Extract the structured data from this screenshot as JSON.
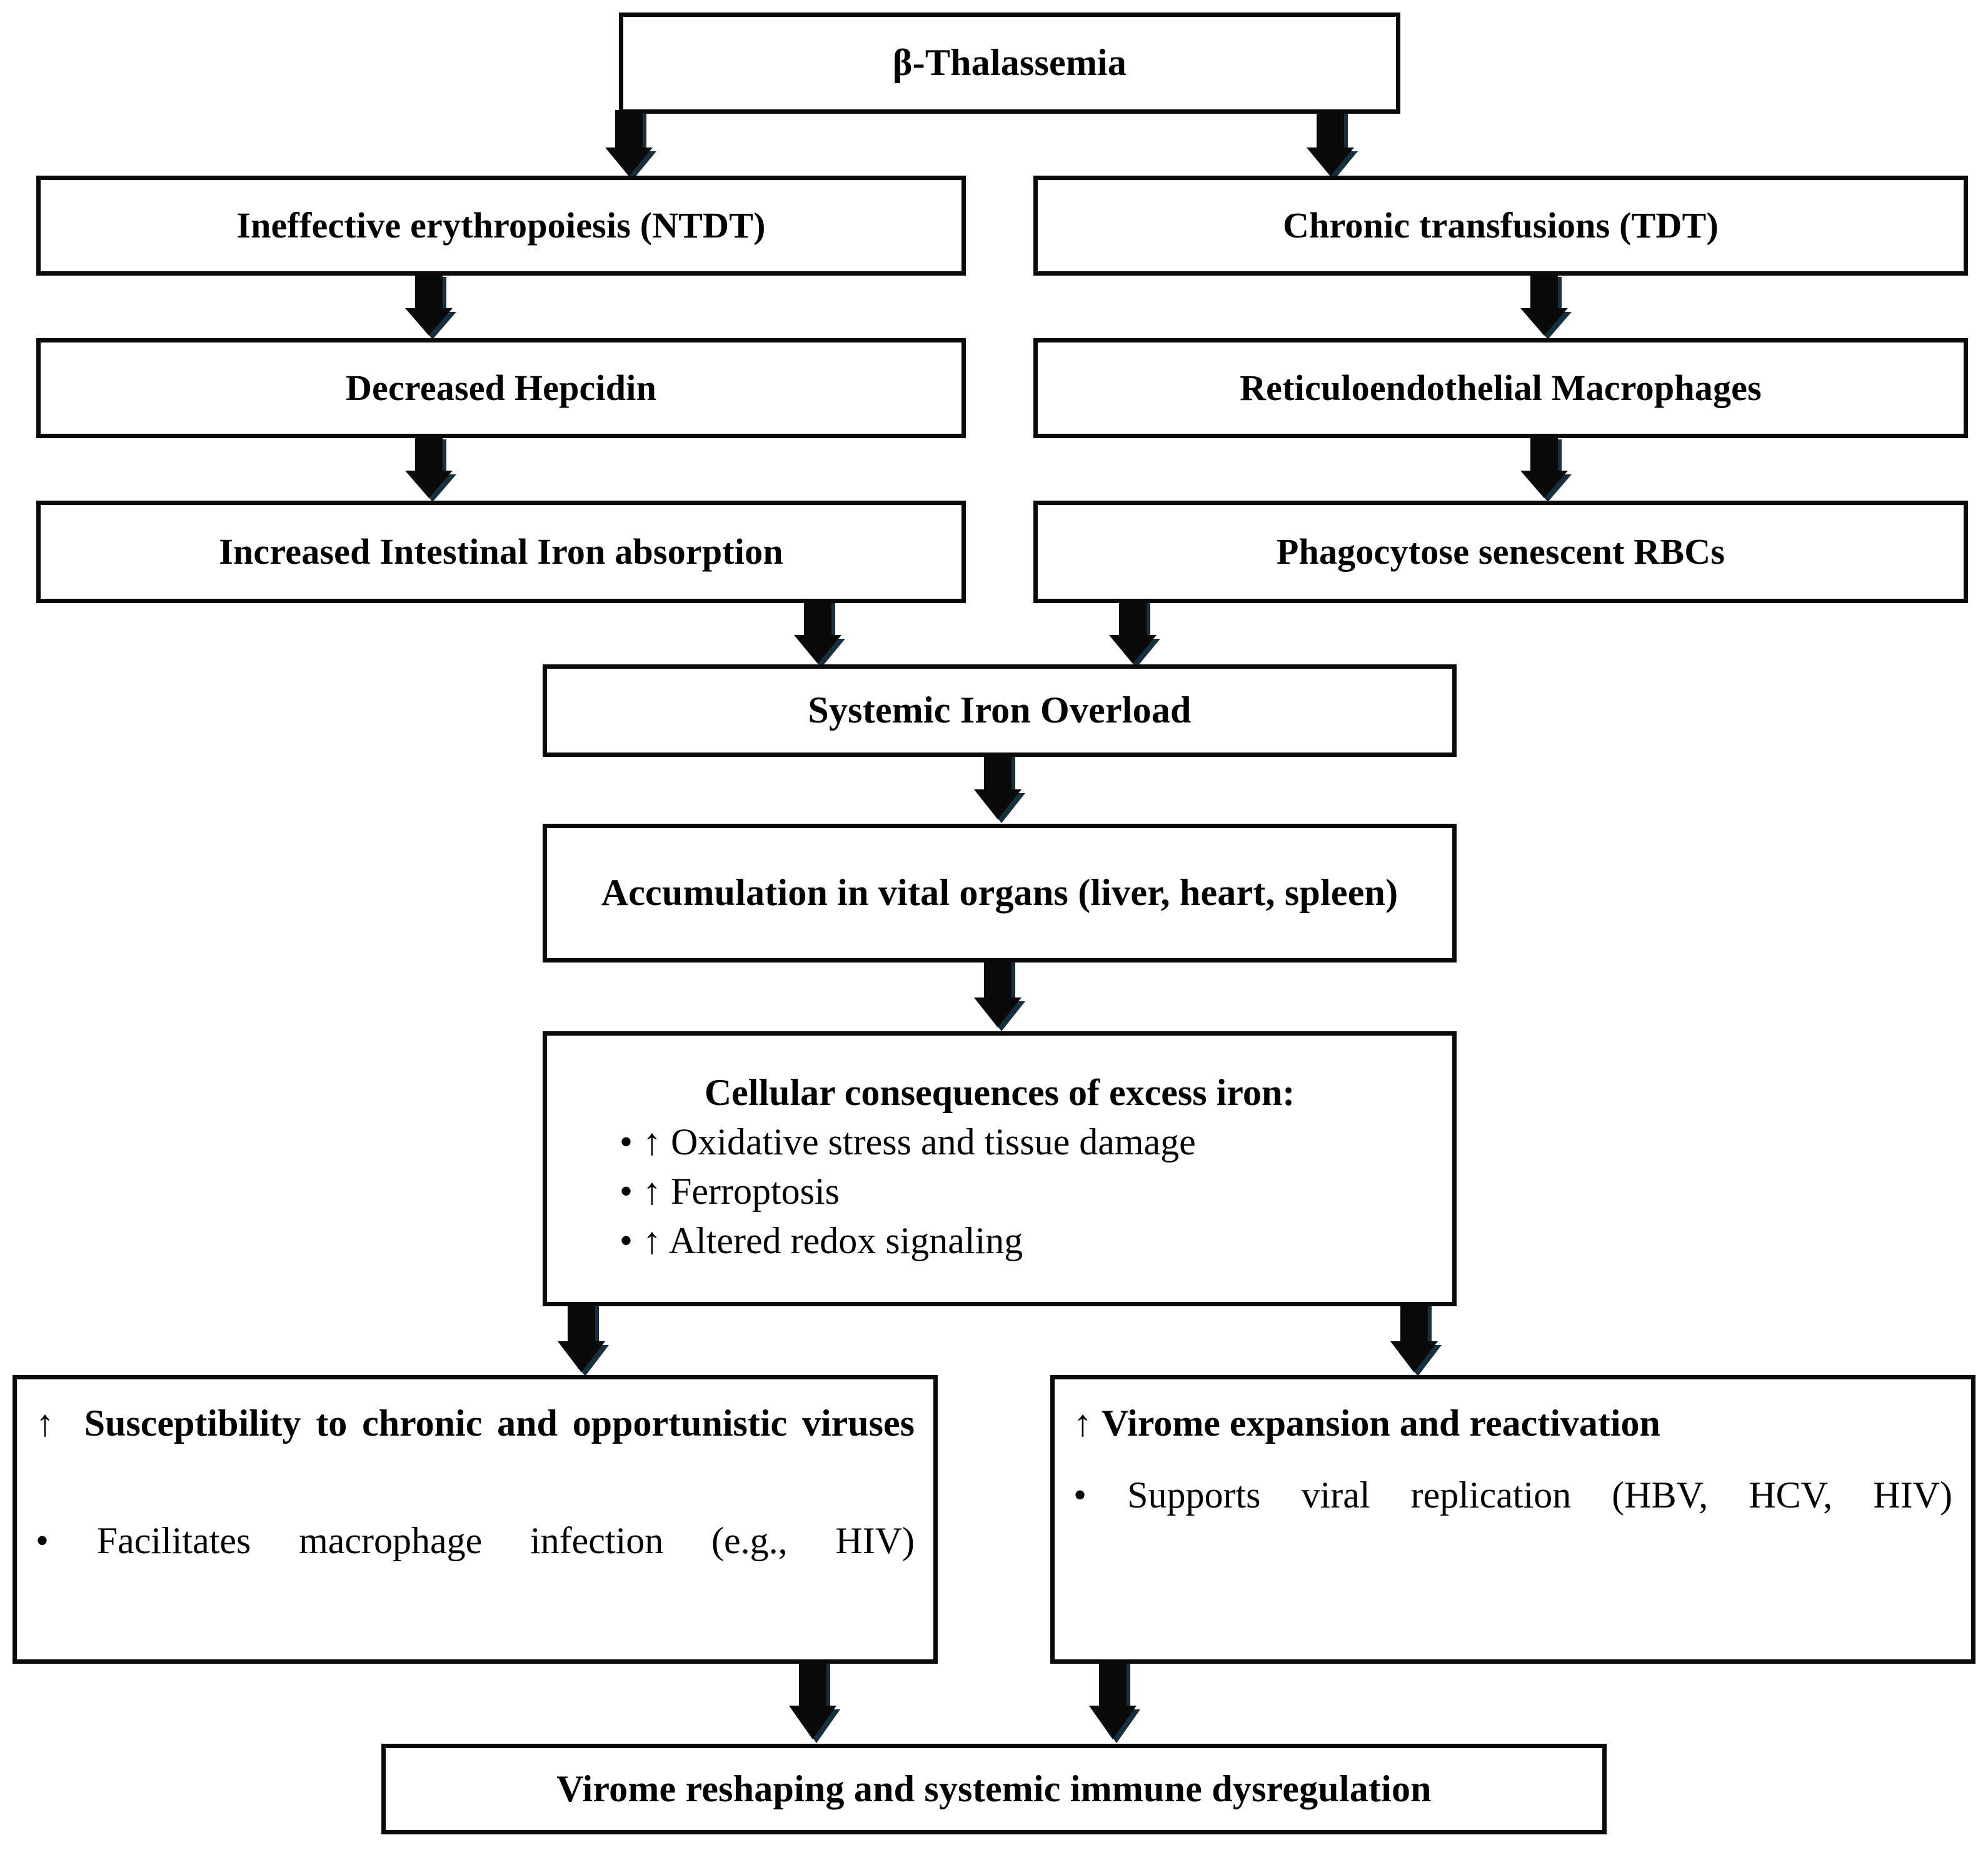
{
  "diagram": {
    "title": "Beta-Thalassemia iron overload and virome dysregulation pathway",
    "colors": {
      "box_border": "#0a0a0a",
      "arrow_fill": "#0a0a0a",
      "arrow_shadow": "#16303f",
      "background": "#ffffff",
      "text": "#000000"
    }
  },
  "nodes": {
    "root": {
      "label": "β-Thalassemia"
    },
    "ntdt": {
      "label": "Ineffective erythropoiesis (NTDT)"
    },
    "tdt": {
      "label": "Chronic transfusions (TDT)"
    },
    "hepcidin": {
      "label": "Decreased Hepcidin"
    },
    "macrophages": {
      "label": "Reticuloendothelial Macrophages"
    },
    "absorption": {
      "label": "Increased Intestinal Iron absorption"
    },
    "phagocytose": {
      "label": "Phagocytose senescent RBCs"
    },
    "overload": {
      "label": "Systemic Iron Overload"
    },
    "accumulation": {
      "label": "Accumulation in vital organs (liver, heart, spleen)"
    },
    "cellular": {
      "heading": "Cellular consequences of excess iron:",
      "bullet_glyph": "•",
      "up_glyph": "↑",
      "items": [
        "Oxidative stress and tissue damage",
        "Ferroptosis",
        "Altered redox signaling"
      ]
    },
    "susceptibility": {
      "up_glyph": "↑",
      "heading": "Susceptibility to chronic and opportunistic viruses",
      "bullet_glyph": "•",
      "body": "Facilitates macrophage infection (e.g., HIV)"
    },
    "virome_expansion": {
      "up_glyph": "↑",
      "heading": "Virome expansion and reactivation",
      "bullet_glyph": "•",
      "body": "Supports viral replication (HBV, HCV, HIV)"
    },
    "final": {
      "label": "Virome reshaping and systemic immune dysregulation"
    }
  },
  "edges": [
    {
      "name": "root-to-ntdt",
      "from": "root",
      "to": "ntdt"
    },
    {
      "name": "root-to-tdt",
      "from": "root",
      "to": "tdt"
    },
    {
      "name": "ntdt-to-hepcidin",
      "from": "ntdt",
      "to": "hepcidin"
    },
    {
      "name": "tdt-to-macrophages",
      "from": "tdt",
      "to": "macrophages"
    },
    {
      "name": "hepcidin-to-absorption",
      "from": "hepcidin",
      "to": "absorption"
    },
    {
      "name": "macrophages-to-phagocytose",
      "from": "macrophages",
      "to": "phagocytose"
    },
    {
      "name": "absorption-to-overload",
      "from": "absorption",
      "to": "overload"
    },
    {
      "name": "phagocytose-to-overload",
      "from": "phagocytose",
      "to": "overload"
    },
    {
      "name": "overload-to-accumulation",
      "from": "overload",
      "to": "accumulation"
    },
    {
      "name": "accumulation-to-cellular",
      "from": "accumulation",
      "to": "cellular"
    },
    {
      "name": "cellular-to-susceptibility",
      "from": "cellular",
      "to": "susceptibility"
    },
    {
      "name": "cellular-to-virome-expansion",
      "from": "cellular",
      "to": "virome_expansion"
    },
    {
      "name": "susceptibility-to-final",
      "from": "susceptibility",
      "to": "final"
    },
    {
      "name": "virome-expansion-to-final",
      "from": "virome_expansion",
      "to": "final"
    }
  ]
}
